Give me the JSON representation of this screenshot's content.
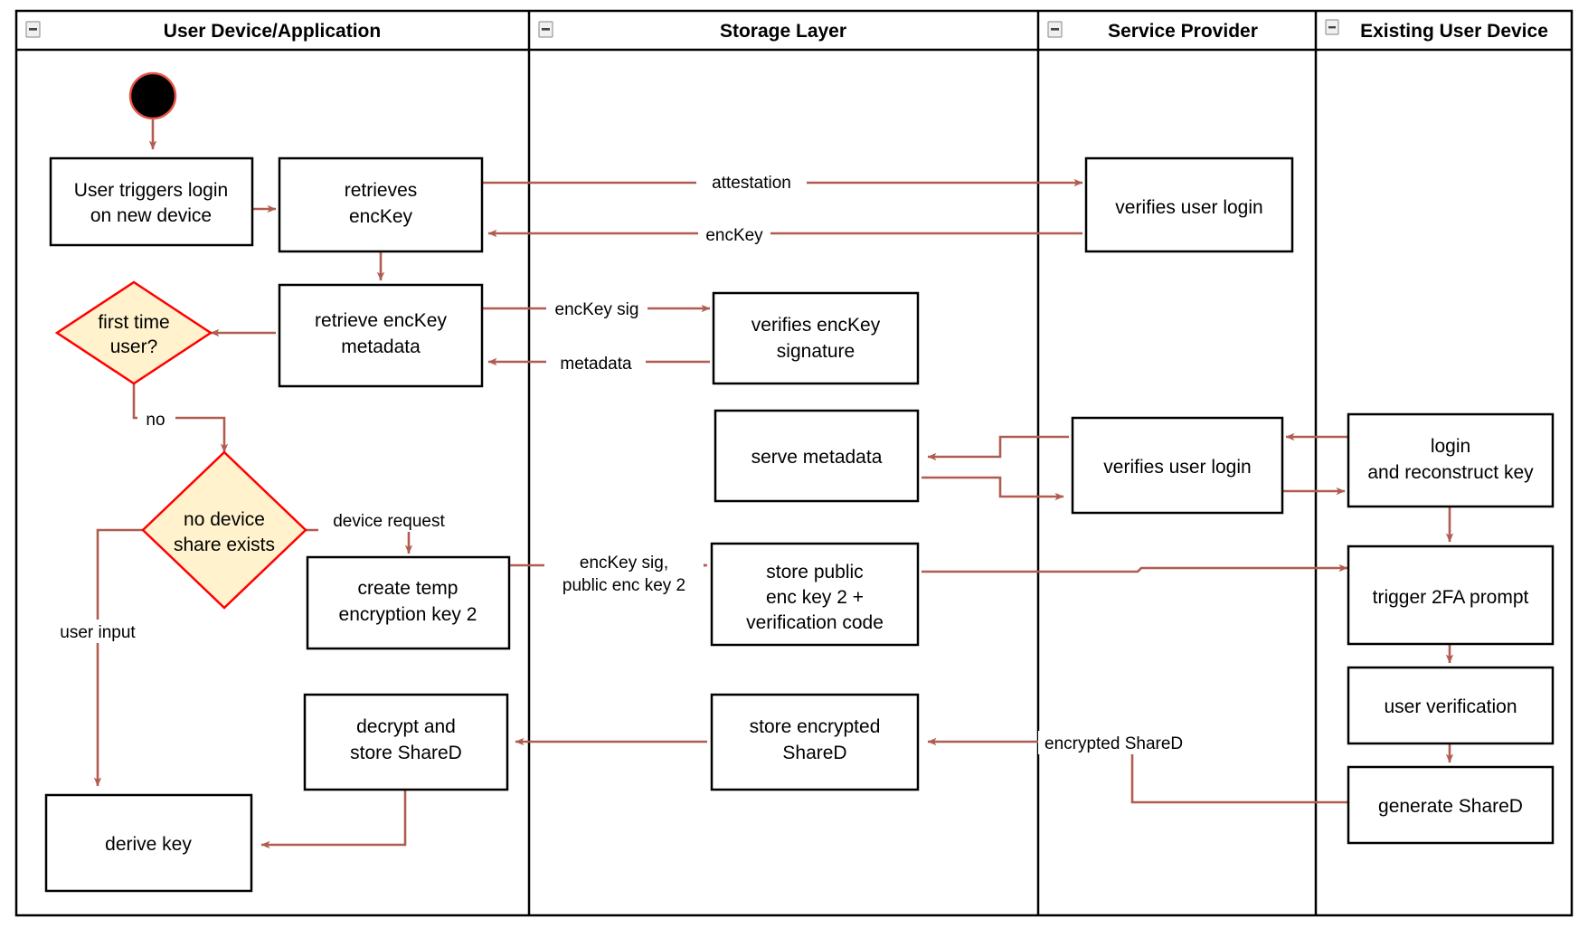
{
  "diagram": {
    "type": "uml-activity-swimlane",
    "title": "Key recovery / new device login activity diagram",
    "colors": {
      "flow_arrow": "#b05c50",
      "decision_fill": "#fff2cc",
      "decision_stroke": "#ff0000",
      "node_fill": "#ffffff",
      "node_stroke": "#000000",
      "start_node_fill": "#000000",
      "start_node_stroke": "#e8564a"
    }
  },
  "lanes": [
    {
      "id": "lane-user-device",
      "label": "User Device/Application",
      "collapse_icon": "minus-icon"
    },
    {
      "id": "lane-storage",
      "label": "Storage Layer",
      "collapse_icon": "minus-icon"
    },
    {
      "id": "lane-service-provider",
      "label": "Service Provider",
      "collapse_icon": "minus-icon"
    },
    {
      "id": "lane-existing-device",
      "label": "Existing User Device",
      "collapse_icon": "minus-icon"
    }
  ],
  "nodes": [
    {
      "id": "start",
      "lane": "lane-user-device",
      "shape": "initial",
      "label": ""
    },
    {
      "id": "user-triggers-login",
      "lane": "lane-user-device",
      "shape": "action",
      "lines": [
        "User triggers login",
        "on new device"
      ]
    },
    {
      "id": "retrieves-enckey",
      "lane": "lane-user-device",
      "shape": "action",
      "lines": [
        "retrieves",
        "encKey"
      ]
    },
    {
      "id": "retrieve-enckey-metadata",
      "lane": "lane-user-device",
      "shape": "action",
      "lines": [
        "retrieve encKey",
        "metadata"
      ]
    },
    {
      "id": "first-time-user",
      "lane": "lane-user-device",
      "shape": "decision",
      "lines": [
        "first time",
        "user?"
      ]
    },
    {
      "id": "no-device-share-exists",
      "lane": "lane-user-device",
      "shape": "decision",
      "lines": [
        "no device",
        "share exists"
      ]
    },
    {
      "id": "create-temp-encryption-key-2",
      "lane": "lane-user-device",
      "shape": "action",
      "lines": [
        "create temp",
        "encryption key 2"
      ]
    },
    {
      "id": "decrypt-and-store-shared",
      "lane": "lane-user-device",
      "shape": "action",
      "lines": [
        "decrypt and",
        "store ShareD"
      ]
    },
    {
      "id": "derive-key",
      "lane": "lane-user-device",
      "shape": "action",
      "lines": [
        "derive key"
      ]
    },
    {
      "id": "verifies-enckey-signature",
      "lane": "lane-storage",
      "shape": "action",
      "lines": [
        "verifies encKey",
        "signature"
      ]
    },
    {
      "id": "serve-metadata",
      "lane": "lane-storage",
      "shape": "action",
      "lines": [
        "serve metadata"
      ]
    },
    {
      "id": "store-public-enc-key-2",
      "lane": "lane-storage",
      "shape": "action",
      "lines": [
        "store public",
        "enc key 2 +",
        "verification code"
      ]
    },
    {
      "id": "store-encrypted-shared",
      "lane": "lane-storage",
      "shape": "action",
      "lines": [
        "store encrypted",
        "ShareD"
      ]
    },
    {
      "id": "verifies-user-login-1",
      "lane": "lane-service-provider",
      "shape": "action",
      "lines": [
        "verifies user login"
      ]
    },
    {
      "id": "verifies-user-login-2",
      "lane": "lane-service-provider",
      "shape": "action",
      "lines": [
        "verifies user login"
      ]
    },
    {
      "id": "login-and-reconstruct-key",
      "lane": "lane-existing-device",
      "shape": "action",
      "lines": [
        "login",
        "and reconstruct key"
      ]
    },
    {
      "id": "trigger-2fa-prompt",
      "lane": "lane-existing-device",
      "shape": "action",
      "lines": [
        "trigger 2FA prompt"
      ]
    },
    {
      "id": "user-verification",
      "lane": "lane-existing-device",
      "shape": "action",
      "lines": [
        "user verification"
      ]
    },
    {
      "id": "generate-shared",
      "lane": "lane-existing-device",
      "shape": "action",
      "lines": [
        "generate ShareD"
      ]
    }
  ],
  "edges": [
    {
      "id": "edge-start-to-login",
      "from": "start",
      "to": "user-triggers-login",
      "label": ""
    },
    {
      "id": "edge-login-to-retrieves",
      "from": "user-triggers-login",
      "to": "retrieves-enckey",
      "label": ""
    },
    {
      "id": "edge-retrieves-to-sp",
      "from": "retrieves-enckey",
      "to": "verifies-user-login-1",
      "label": "attestation"
    },
    {
      "id": "edge-sp-to-retrieves",
      "from": "verifies-user-login-1",
      "to": "retrieves-enckey",
      "label": "encKey"
    },
    {
      "id": "edge-retrieves-to-metadata",
      "from": "retrieves-enckey",
      "to": "retrieve-enckey-metadata",
      "label": ""
    },
    {
      "id": "edge-metadata-to-storage",
      "from": "retrieve-enckey-metadata",
      "to": "verifies-enckey-signature",
      "label": "encKey sig"
    },
    {
      "id": "edge-storage-to-metadata",
      "from": "verifies-enckey-signature",
      "to": "retrieve-enckey-metadata",
      "label": "metadata"
    },
    {
      "id": "edge-metadata-to-firsttime",
      "from": "retrieve-enckey-metadata",
      "to": "first-time-user",
      "label": ""
    },
    {
      "id": "edge-firsttime-no",
      "from": "first-time-user",
      "to": "no-device-share-exists",
      "label": "no"
    },
    {
      "id": "edge-noshare-device-request",
      "from": "no-device-share-exists",
      "to": "create-temp-encryption-key-2",
      "label": "device request"
    },
    {
      "id": "edge-noshare-user-input",
      "from": "no-device-share-exists",
      "to": "derive-key",
      "label": "user input"
    },
    {
      "id": "edge-temp-to-storepub",
      "from": "create-temp-encryption-key-2",
      "to": "store-public-enc-key-2",
      "label": "encKey sig,\npublic enc key 2",
      "label_lines": [
        "encKey sig,",
        "public enc key 2"
      ]
    },
    {
      "id": "edge-existing-to-sp2",
      "from": "login-and-reconstruct-key",
      "to": "verifies-user-login-2",
      "label": ""
    },
    {
      "id": "edge-sp2-to-serve",
      "from": "verifies-user-login-2",
      "to": "serve-metadata",
      "label": ""
    },
    {
      "id": "edge-serve-to-sp2",
      "from": "serve-metadata",
      "to": "verifies-user-login-2",
      "label": ""
    },
    {
      "id": "edge-sp2-to-existing",
      "from": "verifies-user-login-2",
      "to": "login-and-reconstruct-key",
      "label": ""
    },
    {
      "id": "edge-login-to-2fa",
      "from": "login-and-reconstruct-key",
      "to": "trigger-2fa-prompt",
      "label": ""
    },
    {
      "id": "edge-storepub-to-2fa",
      "from": "store-public-enc-key-2",
      "to": "trigger-2fa-prompt",
      "label": ""
    },
    {
      "id": "edge-2fa-to-verification",
      "from": "trigger-2fa-prompt",
      "to": "user-verification",
      "label": ""
    },
    {
      "id": "edge-verification-to-generate",
      "from": "user-verification",
      "to": "generate-shared",
      "label": ""
    },
    {
      "id": "edge-generate-to-store",
      "from": "generate-shared",
      "to": "store-encrypted-shared",
      "label": "encrypted ShareD"
    },
    {
      "id": "edge-store-to-decrypt",
      "from": "store-encrypted-shared",
      "to": "decrypt-and-store-shared",
      "label": ""
    },
    {
      "id": "edge-decrypt-to-derive",
      "from": "decrypt-and-store-shared",
      "to": "derive-key",
      "label": ""
    }
  ],
  "edge_labels": {
    "attestation": "attestation",
    "enckey": "encKey",
    "enckey_sig": "encKey sig",
    "metadata": "metadata",
    "no": "no",
    "device_request": "device request",
    "user_input": "user input",
    "enckey_sig_pub_1": "encKey sig,",
    "enckey_sig_pub_2": "public enc key 2",
    "encrypted_shared": "encrypted ShareD"
  },
  "node_labels": {
    "user_triggers_login_1": "User triggers login",
    "user_triggers_login_2": "on new device",
    "retrieves_1": "retrieves",
    "retrieves_2": "encKey",
    "retrieve_meta_1": "retrieve encKey",
    "retrieve_meta_2": "metadata",
    "first_time_1": "first time",
    "first_time_2": "user?",
    "no_device_1": "no device",
    "no_device_2": "share exists",
    "create_temp_1": "create temp",
    "create_temp_2": "encryption key 2",
    "decrypt_1": "decrypt and",
    "decrypt_2": "store ShareD",
    "derive_key": "derive key",
    "verifies_sig_1": "verifies encKey",
    "verifies_sig_2": "signature",
    "serve_metadata": "serve metadata",
    "store_pub_1": "store public",
    "store_pub_2": "enc key 2 +",
    "store_pub_3": "verification code",
    "store_enc_1": "store encrypted",
    "store_enc_2": "ShareD",
    "verifies_login_1": "verifies user login",
    "verifies_login_2": "verifies user login",
    "login_recon_1": "login",
    "login_recon_2": "and reconstruct key",
    "trigger_2fa": "trigger 2FA prompt",
    "user_verification": "user verification",
    "generate_shared": "generate ShareD"
  }
}
